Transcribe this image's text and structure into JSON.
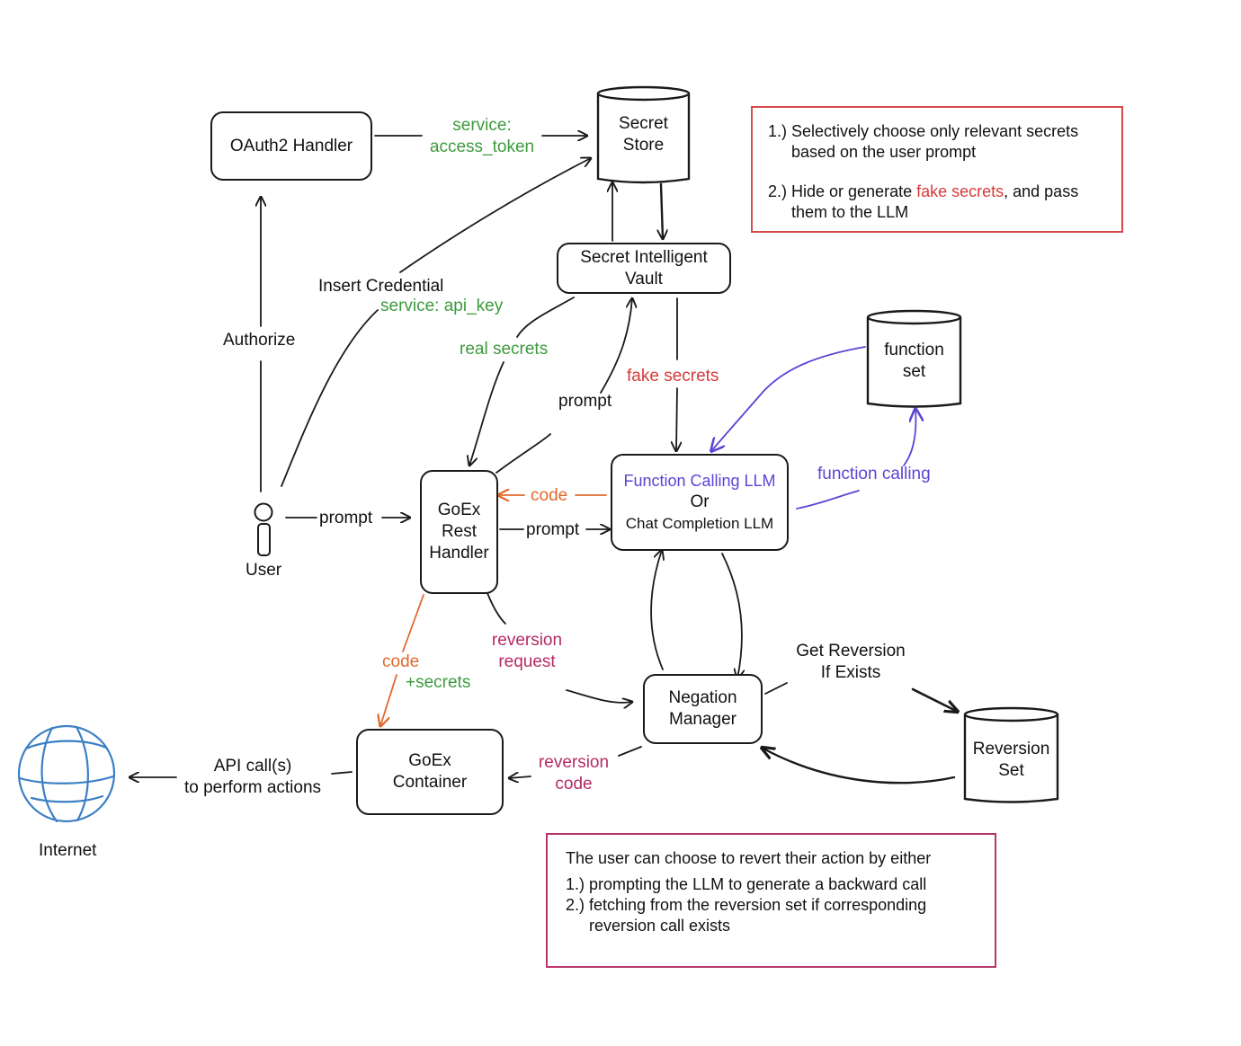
{
  "nodes": {
    "oauth2_handler": "OAuth2 Handler",
    "secret_store": [
      "Secret",
      "Store"
    ],
    "secret_vault": [
      "Secret Intelligent",
      "Vault"
    ],
    "function_set": [
      "function",
      "set"
    ],
    "rest_handler": [
      "GoEx",
      "Rest",
      "Handler"
    ],
    "llm": {
      "line1": "Function Calling LLM",
      "line2": "Or",
      "line3": "Chat Completion LLM"
    },
    "negation_manager": [
      "Negation",
      "Manager"
    ],
    "reversion_set": [
      "Reversion",
      "Set"
    ],
    "container": [
      "GoEx",
      "Container"
    ],
    "user": "User",
    "internet": "Internet"
  },
  "edge_labels": {
    "access_token": [
      "service:",
      "access_token"
    ],
    "insert_credential": "Insert Credential",
    "api_key": "service: api_key",
    "authorize": "Authorize",
    "real_secrets": "real secrets",
    "fake_secrets": "fake secrets",
    "prompt_vault": "prompt",
    "user_prompt": "prompt",
    "code_back": "code",
    "prompt_llm": "prompt",
    "function_calling": "function calling",
    "reversion_request": [
      "reversion",
      "request"
    ],
    "code": "code",
    "plus_secrets": "+secrets",
    "get_reversion": [
      "Get Reversion",
      "If Exists"
    ],
    "reversion_code": [
      "reversion",
      "code"
    ],
    "api_calls": [
      "API call(s)",
      "to perform actions"
    ]
  },
  "notes": {
    "secrets_note": {
      "item1_num": "1.)",
      "item1_text": "Selectively choose only relevant secrets based on the user prompt",
      "item2_num": "2.)",
      "item2_before": "Hide or generate ",
      "item2_highlight": "fake secrets",
      "item2_after": ", and pass them to the LLM"
    },
    "revert_note": {
      "intro": "The user can choose to revert their action by either",
      "item1_num": "1.)",
      "item1_text": "prompting the LLM to generate a backward call",
      "item2_num": "2.)",
      "item2_text": "fetching from the reversion set if corresponding reversion call exists"
    }
  },
  "colors": {
    "ink": "#1a1a1a",
    "green": "#3d9a3d",
    "red": "#d63b3b",
    "orange": "#e0692c",
    "magenta": "#b52b63",
    "purple": "#5b45d6",
    "globe": "#3b7fc4"
  }
}
